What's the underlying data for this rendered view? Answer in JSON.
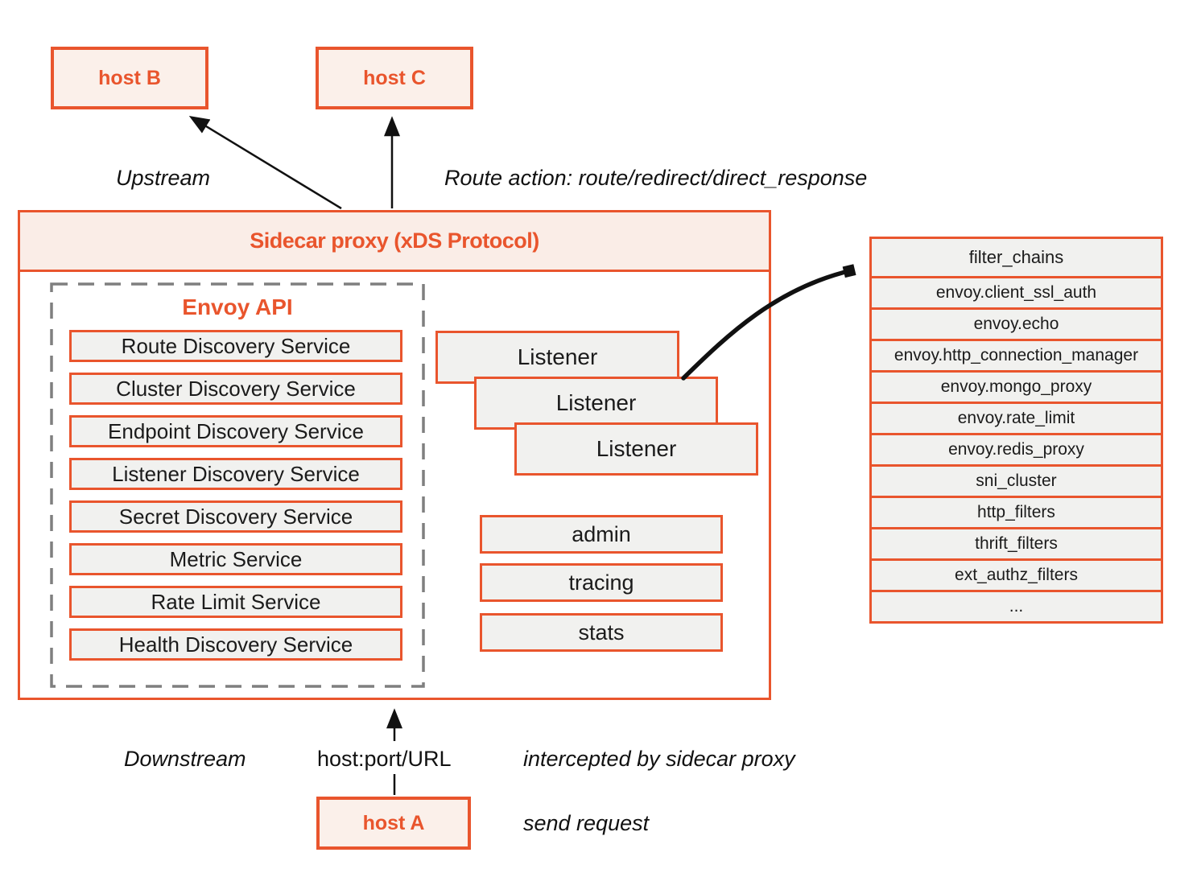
{
  "colors": {
    "accent": "#E9552D",
    "host_fill": "#FBF0EA",
    "band_fill": "#FAEDE7",
    "panel_fill": "#F1F1EF",
    "dash_gray": "#7F7F7F",
    "ink": "#1B1B1B"
  },
  "hosts": {
    "host_b": "host B",
    "host_c": "host C",
    "host_a": "host A"
  },
  "annotations": {
    "upstream": "Upstream",
    "route_action": "Route action: route/redirect/direct_response",
    "downstream": "Downstream",
    "host_port_url": "host:port/URL",
    "intercepted": "intercepted by sidecar proxy",
    "send_request": "send request"
  },
  "sidecar": {
    "title": "Sidecar proxy (xDS Protocol)",
    "envoy_api": {
      "title": "Envoy API",
      "services": [
        "Route Discovery Service",
        "Cluster Discovery Service",
        "Endpoint Discovery Service",
        "Listener Discovery Service",
        "Secret Discovery Service",
        "Metric Service",
        "Rate Limit Service",
        "Health Discovery Service"
      ]
    },
    "listeners": [
      "Listener",
      "Listener",
      "Listener"
    ],
    "components": [
      "admin",
      "tracing",
      "stats"
    ]
  },
  "filter_table": {
    "rows": [
      "filter_chains",
      "envoy.client_ssl_auth",
      "envoy.echo",
      "envoy.http_connection_manager",
      "envoy.mongo_proxy",
      "envoy.rate_limit",
      "envoy.redis_proxy",
      "sni_cluster",
      "http_filters",
      "thrift_filters",
      "ext_authz_filters",
      "..."
    ]
  }
}
